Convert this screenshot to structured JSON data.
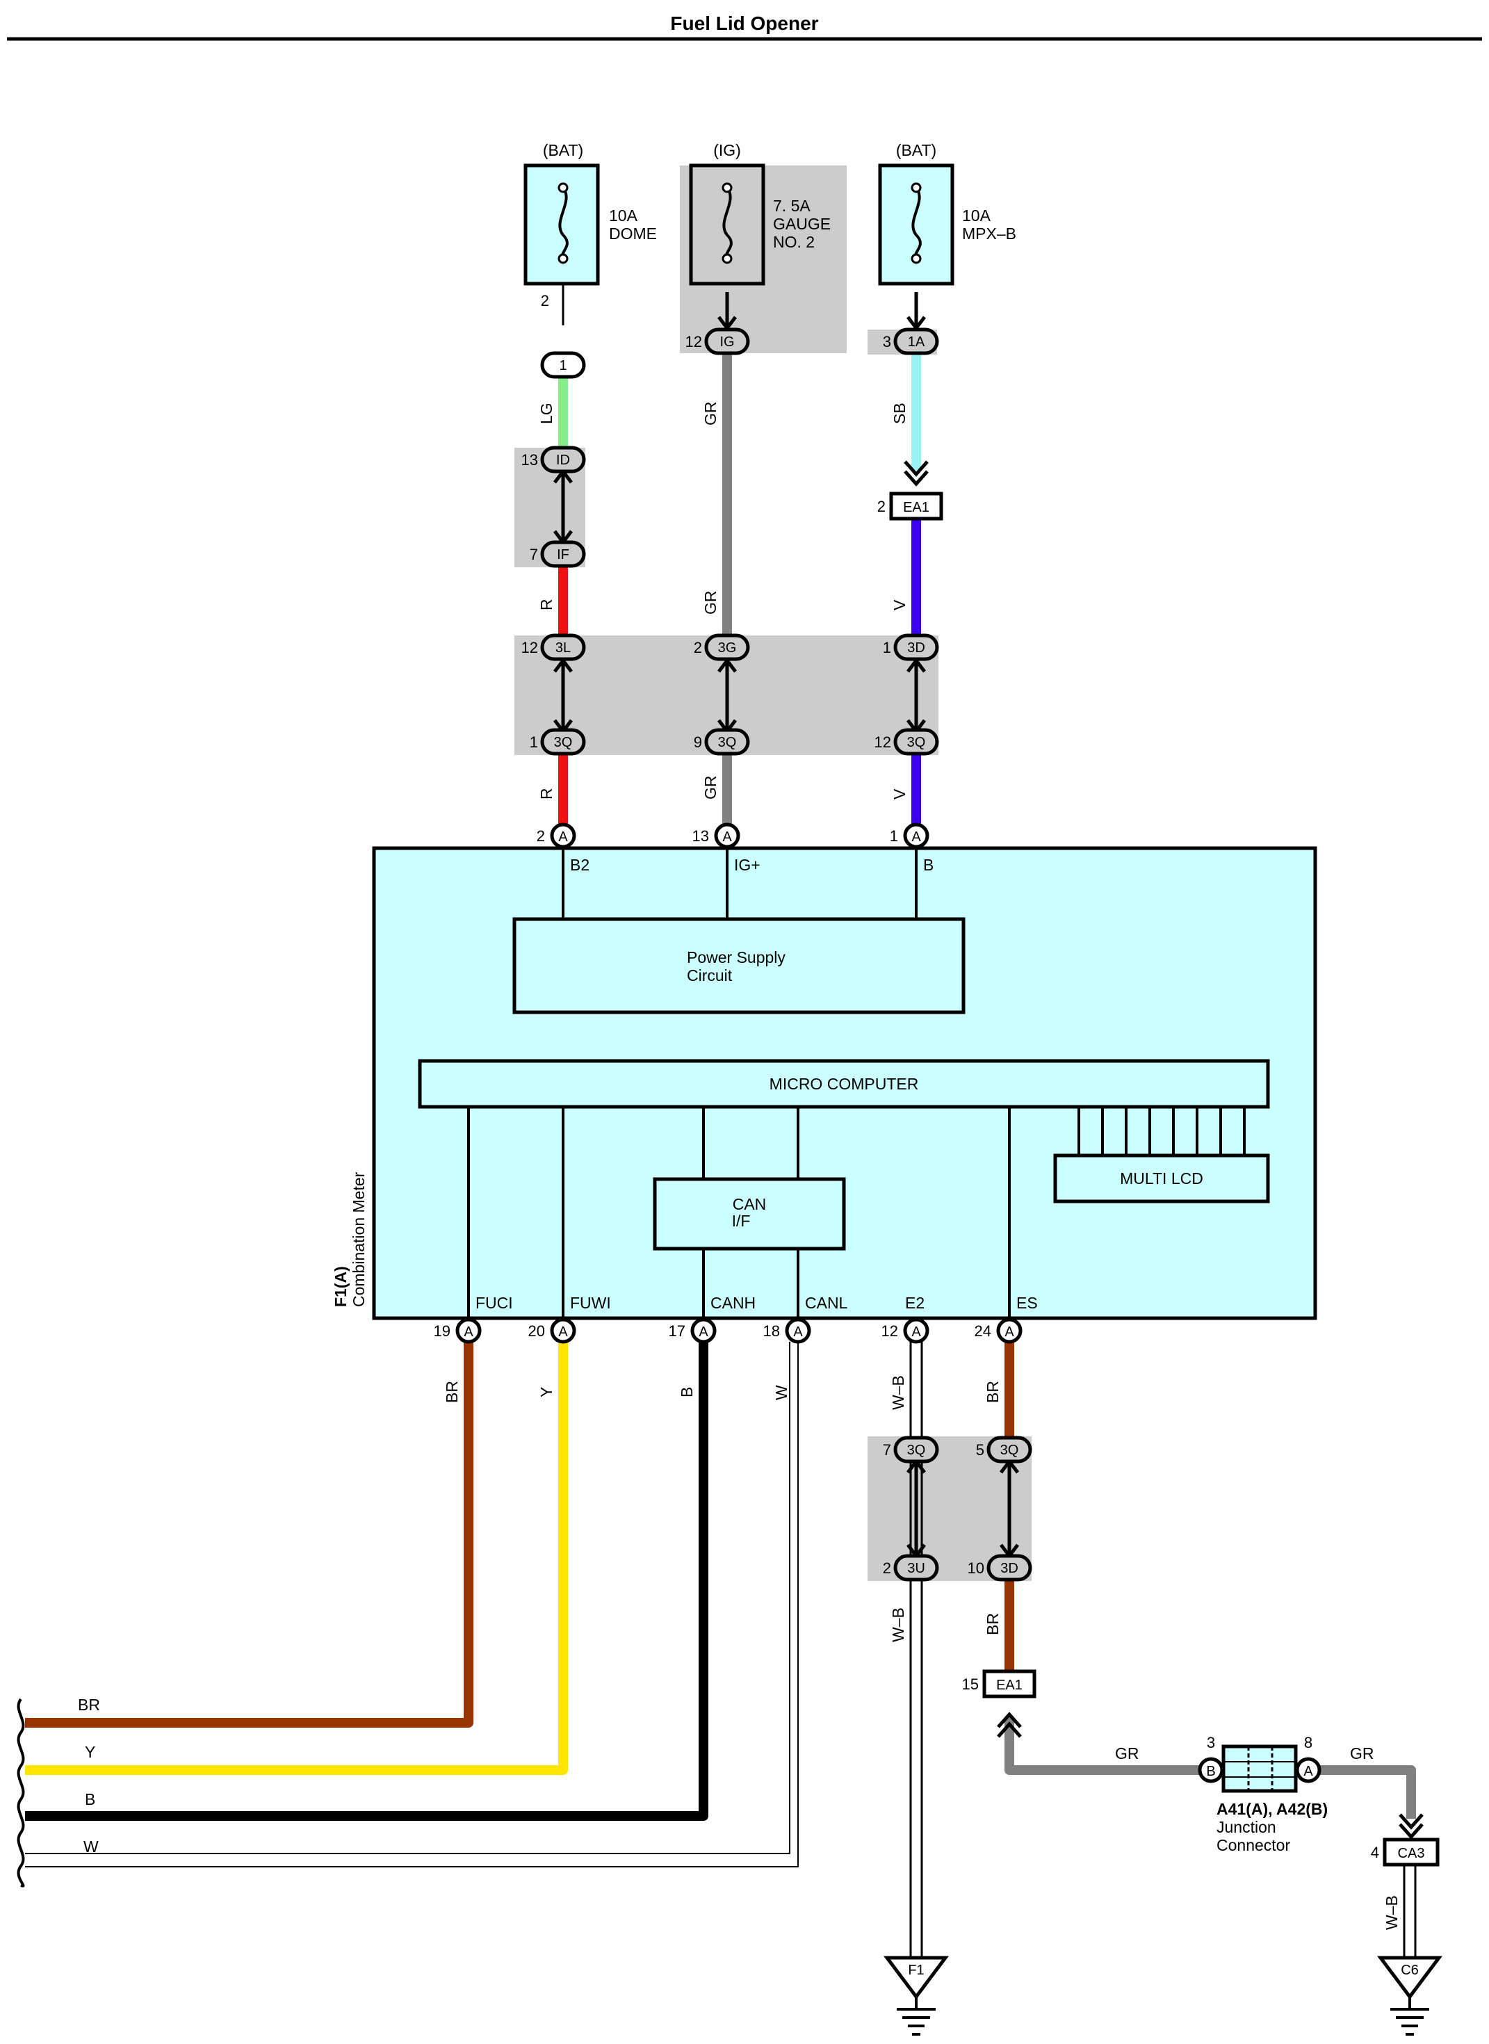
{
  "title": "Fuel Lid Opener",
  "fuses": {
    "dome": {
      "source": "(BAT)",
      "rating": "10A",
      "name": "DOME",
      "pin": "2"
    },
    "gauge": {
      "source": "(IG)",
      "rating": "7. 5A",
      "name_line1": "GAUGE",
      "name_line2": "NO. 2"
    },
    "mpxb": {
      "source": "(BAT)",
      "rating": "10A",
      "name": "MPX–B"
    }
  },
  "connectors": {
    "c_1": {
      "code": "1"
    },
    "c_ig": {
      "code": "IG",
      "pin": "12"
    },
    "c_1a": {
      "code": "1A",
      "pin": "3"
    },
    "c_id": {
      "code": "ID",
      "pin": "13"
    },
    "c_if": {
      "code": "IF",
      "pin": "7"
    },
    "c_ea1_top": {
      "code": "EA1",
      "pin": "2"
    },
    "c_3l": {
      "code": "3L",
      "pin": "12"
    },
    "c_3g": {
      "code": "3G",
      "pin": "2"
    },
    "c_3d_top": {
      "code": "3D",
      "pin": "1"
    },
    "c_3q_l": {
      "code": "3Q",
      "pin": "1"
    },
    "c_3q_m": {
      "code": "3Q",
      "pin": "9"
    },
    "c_3q_r": {
      "code": "3Q",
      "pin": "12"
    },
    "c_a_b2": {
      "code": "A",
      "pin": "2"
    },
    "c_a_ig": {
      "code": "A",
      "pin": "13"
    },
    "c_a_b": {
      "code": "A",
      "pin": "1"
    },
    "c_a_fuci": {
      "code": "A",
      "pin": "19"
    },
    "c_a_fuwi": {
      "code": "A",
      "pin": "20"
    },
    "c_a_canh": {
      "code": "A",
      "pin": "17"
    },
    "c_a_canl": {
      "code": "A",
      "pin": "18"
    },
    "c_a_e2": {
      "code": "A",
      "pin": "12"
    },
    "c_a_es": {
      "code": "A",
      "pin": "24"
    },
    "c_3q_bl": {
      "code": "3Q",
      "pin": "7"
    },
    "c_3q_br": {
      "code": "3Q",
      "pin": "5"
    },
    "c_3u": {
      "code": "3U",
      "pin": "2"
    },
    "c_3d_b": {
      "code": "3D",
      "pin": "10"
    },
    "c_ea1_bot": {
      "code": "EA1",
      "pin": "15"
    },
    "c_jb": {
      "code": "B",
      "pin": "3"
    },
    "c_ja": {
      "code": "A",
      "pin": "8"
    },
    "c_ca3": {
      "code": "CA3",
      "pin": "4"
    }
  },
  "wires": {
    "lg": "LG",
    "r1": "R",
    "r2": "R",
    "gr1": "GR",
    "gr2": "GR",
    "gr3": "GR",
    "sb": "SB",
    "v1": "V",
    "v2": "V",
    "br_fuci": "BR",
    "y_fuwi": "Y",
    "b_canh": "B",
    "w_canl": "W",
    "wb_e2": "W–B",
    "br_es": "BR",
    "wb_e2b": "W–B",
    "br_esb": "BR",
    "gr_j1": "GR",
    "gr_j2": "GR",
    "wb_c6": "W–B",
    "out_br": "BR",
    "out_y": "Y",
    "out_b": "B",
    "out_w": "W"
  },
  "wire_colors": {
    "LG": "#88ee88",
    "R": "#ee1111",
    "GR": "#808080",
    "SB": "#99f3f3",
    "V": "#3a00ee",
    "BR": "#993300",
    "Y": "#ffe600",
    "B": "#000000",
    "W": "#ffffff",
    "WB": "#ffffff",
    "fill_component": "#ccffff",
    "fill_shade": "#cccccc"
  },
  "meter": {
    "code": "F1(A)",
    "name": "Combination Meter",
    "terms": {
      "b2": "B2",
      "ig": "IG+",
      "b": "B",
      "fuci": "FUCI",
      "fuwi": "FUWI",
      "canh": "CANH",
      "canl": "CANL",
      "e2": "E2",
      "es": "ES"
    },
    "psc_line1": "Power Supply",
    "psc_line2": "Circuit",
    "micro": "MICRO COMPUTER",
    "can_line1": "CAN",
    "can_line2": "I/F",
    "lcd": "MULTI LCD"
  },
  "junction": {
    "codes": "A41(A), A42(B)",
    "line1": "Junction",
    "line2": "Connector"
  },
  "grounds": {
    "f1": "F1",
    "c6": "C6"
  }
}
